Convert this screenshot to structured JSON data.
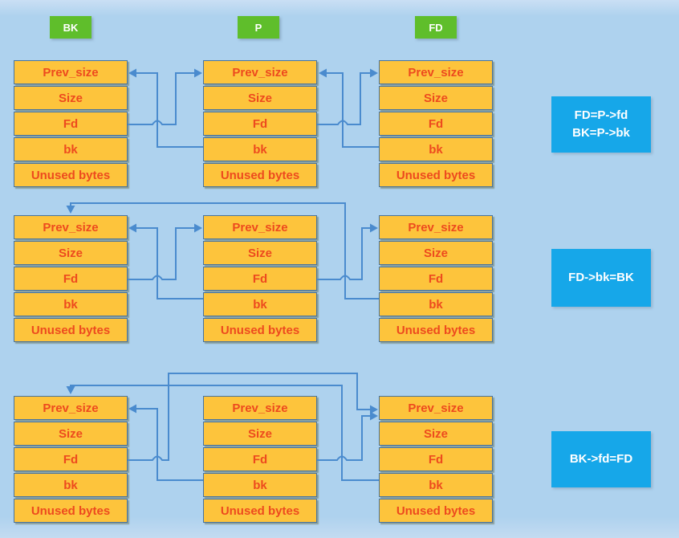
{
  "colors": {
    "background": "#aed2ee",
    "chunk_fill": "#fdc43c",
    "chunk_border": "#47739f",
    "field_text": "#ed4a1e",
    "pointer_label_bg": "#5fbe2b",
    "pointer_label_text": "#ffffff",
    "annotation_bg": "#16a7e9",
    "annotation_text": "#ffffff",
    "arrow": "#4a8bce"
  },
  "pointer_labels": [
    {
      "id": "bk",
      "label": "BK"
    },
    {
      "id": "p",
      "label": "P"
    },
    {
      "id": "fd",
      "label": "FD"
    }
  ],
  "chunk_fields": [
    "Prev_size",
    "Size",
    "Fd",
    "bk",
    "Unused bytes"
  ],
  "rows": [
    {
      "annotation_lines": [
        "FD=P->fd",
        "BK=P->bk"
      ],
      "edges": [
        {
          "from": "BK.Fd",
          "to": "P.Prev_size"
        },
        {
          "from": "P.bk",
          "to": "BK.Prev_size"
        },
        {
          "from": "P.Fd",
          "to": "FD.Prev_size"
        },
        {
          "from": "FD.bk",
          "to": "P.Prev_size"
        }
      ]
    },
    {
      "annotation_lines": [
        "FD->bk=BK"
      ],
      "edges": [
        {
          "from": "BK.Fd",
          "to": "P.Prev_size"
        },
        {
          "from": "P.bk",
          "to": "BK.Prev_size"
        },
        {
          "from": "P.Fd",
          "to": "FD.Prev_size"
        },
        {
          "from": "FD.bk",
          "to": "BK.top"
        }
      ]
    },
    {
      "annotation_lines": [
        "BK->fd=FD"
      ],
      "edges": [
        {
          "from": "BK.Fd",
          "to": "FD.Prev_size"
        },
        {
          "from": "P.bk",
          "to": "BK.Prev_size"
        },
        {
          "from": "P.Fd",
          "to": "FD.Prev_size"
        },
        {
          "from": "FD.bk",
          "to": "BK.top"
        }
      ]
    }
  ]
}
